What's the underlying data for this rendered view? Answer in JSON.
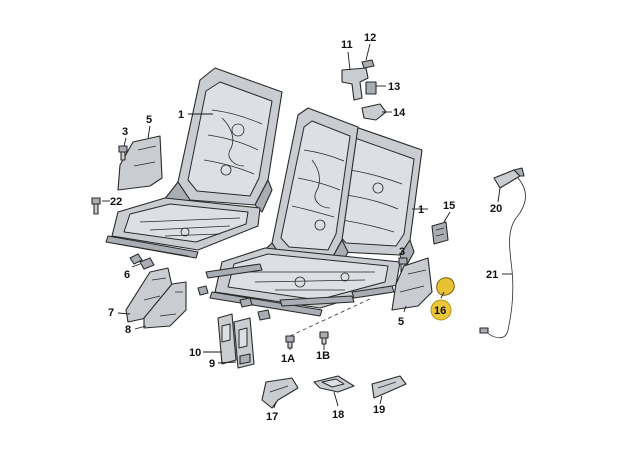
{
  "labels": {
    "p1_left": "1",
    "p1_right": "1",
    "p3_left": "3",
    "p3_right": "3",
    "p5_left": "5",
    "p5_right": "5",
    "p6": "6",
    "p7": "7",
    "p8": "8",
    "p9": "9",
    "p10": "10",
    "p11": "11",
    "p12": "12",
    "p13": "13",
    "p14": "14",
    "p15": "15",
    "p16": "16",
    "p17": "17",
    "p18": "18",
    "p19": "19",
    "p20": "20",
    "p21": "21",
    "p22": "22",
    "p1A": "1A",
    "p1B": "1B"
  },
  "colors": {
    "highlight": "#e9c63a",
    "part_fill": "#c9ccd1",
    "outline": "#2a2a2a"
  }
}
